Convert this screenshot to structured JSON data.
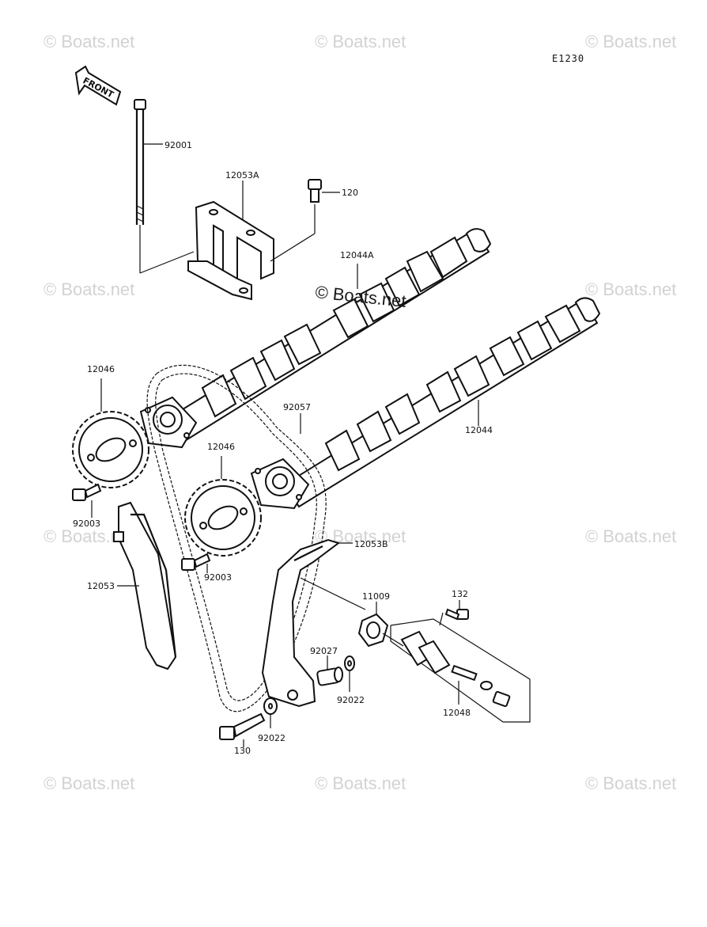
{
  "diagram": {
    "code": "E1230",
    "front_label": "FRONT",
    "labels": {
      "p92001": "92001",
      "p12053A": "12053A",
      "p120": "120",
      "p12044A": "12044A",
      "p12046a": "12046",
      "p92057": "92057",
      "p12044": "12044",
      "p12046b": "12046",
      "p92003a": "92003",
      "p12053B": "12053B",
      "p12053": "12053",
      "p92003b": "92003",
      "p11009": "11009",
      "p132": "132",
      "p92027": "92027",
      "p92022a": "92022",
      "p12048": "12048",
      "p130": "130",
      "p92022b": "92022"
    }
  },
  "watermarks": {
    "text": "© Boats.net"
  }
}
